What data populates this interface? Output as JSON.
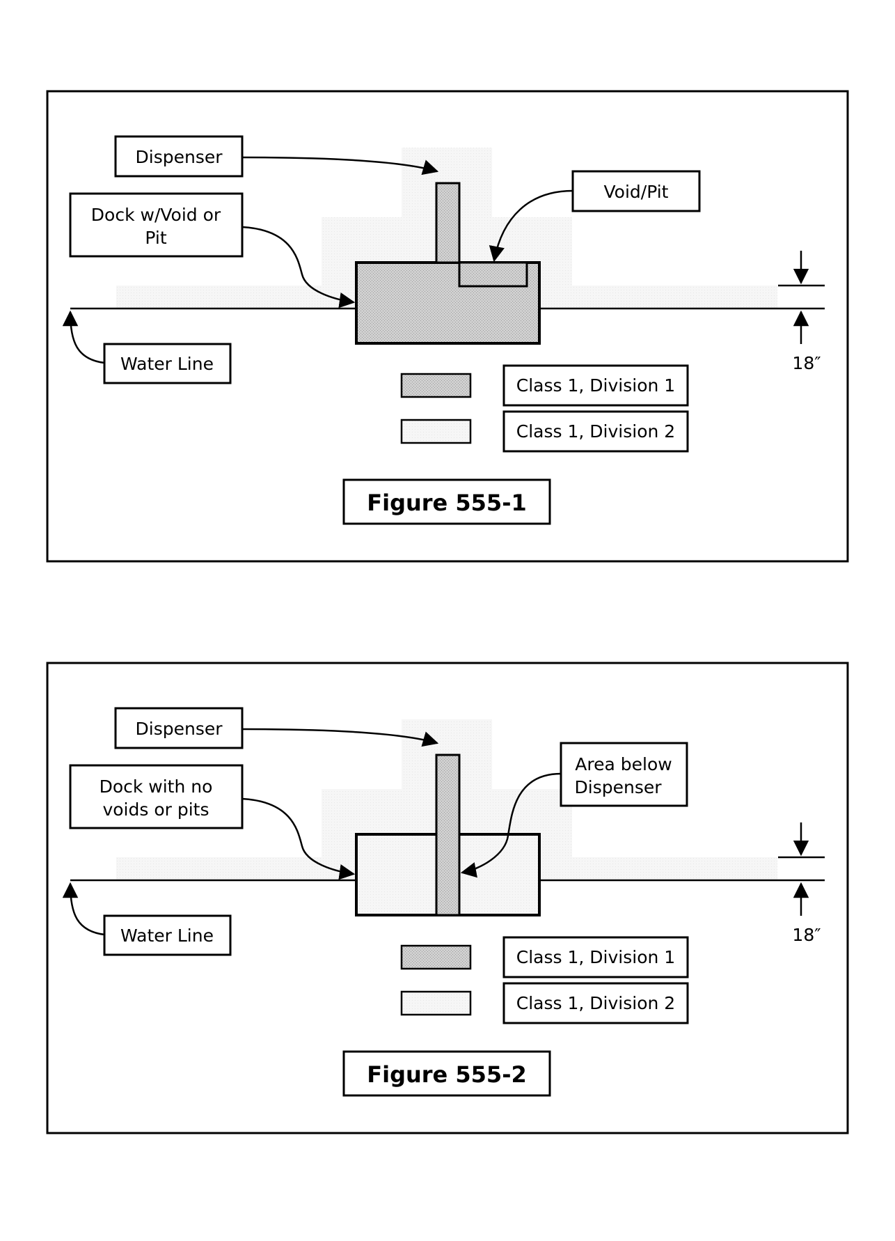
{
  "figures": [
    {
      "id": "555-1",
      "title": "Figure 555-1",
      "dispenser_label": "Dispenser",
      "dock_label_line1": "Dock w/Void or",
      "dock_label_line2": "Pit",
      "pointer_label_line1": "Void/Pit",
      "pointer_label_line2": "",
      "water_line_label": "Water Line",
      "legend_div1": "Class 1, Division 1",
      "legend_div2": "Class 1, Division 2",
      "dimension_label": "18″"
    },
    {
      "id": "555-2",
      "title": "Figure 555-2",
      "dispenser_label": "Dispenser",
      "dock_label_line1": "Dock with no",
      "dock_label_line2": "voids or pits",
      "pointer_label_line1": "Area below",
      "pointer_label_line2": "Dispenser",
      "water_line_label": "Water Line",
      "legend_div1": "Class 1, Division 1",
      "legend_div2": "Class 1, Division 2",
      "dimension_label": "18″"
    }
  ],
  "colors": {
    "division_1_fill": "#c8c8c8",
    "division_2_fill": "#f4f4f4",
    "outline": "#000000"
  }
}
